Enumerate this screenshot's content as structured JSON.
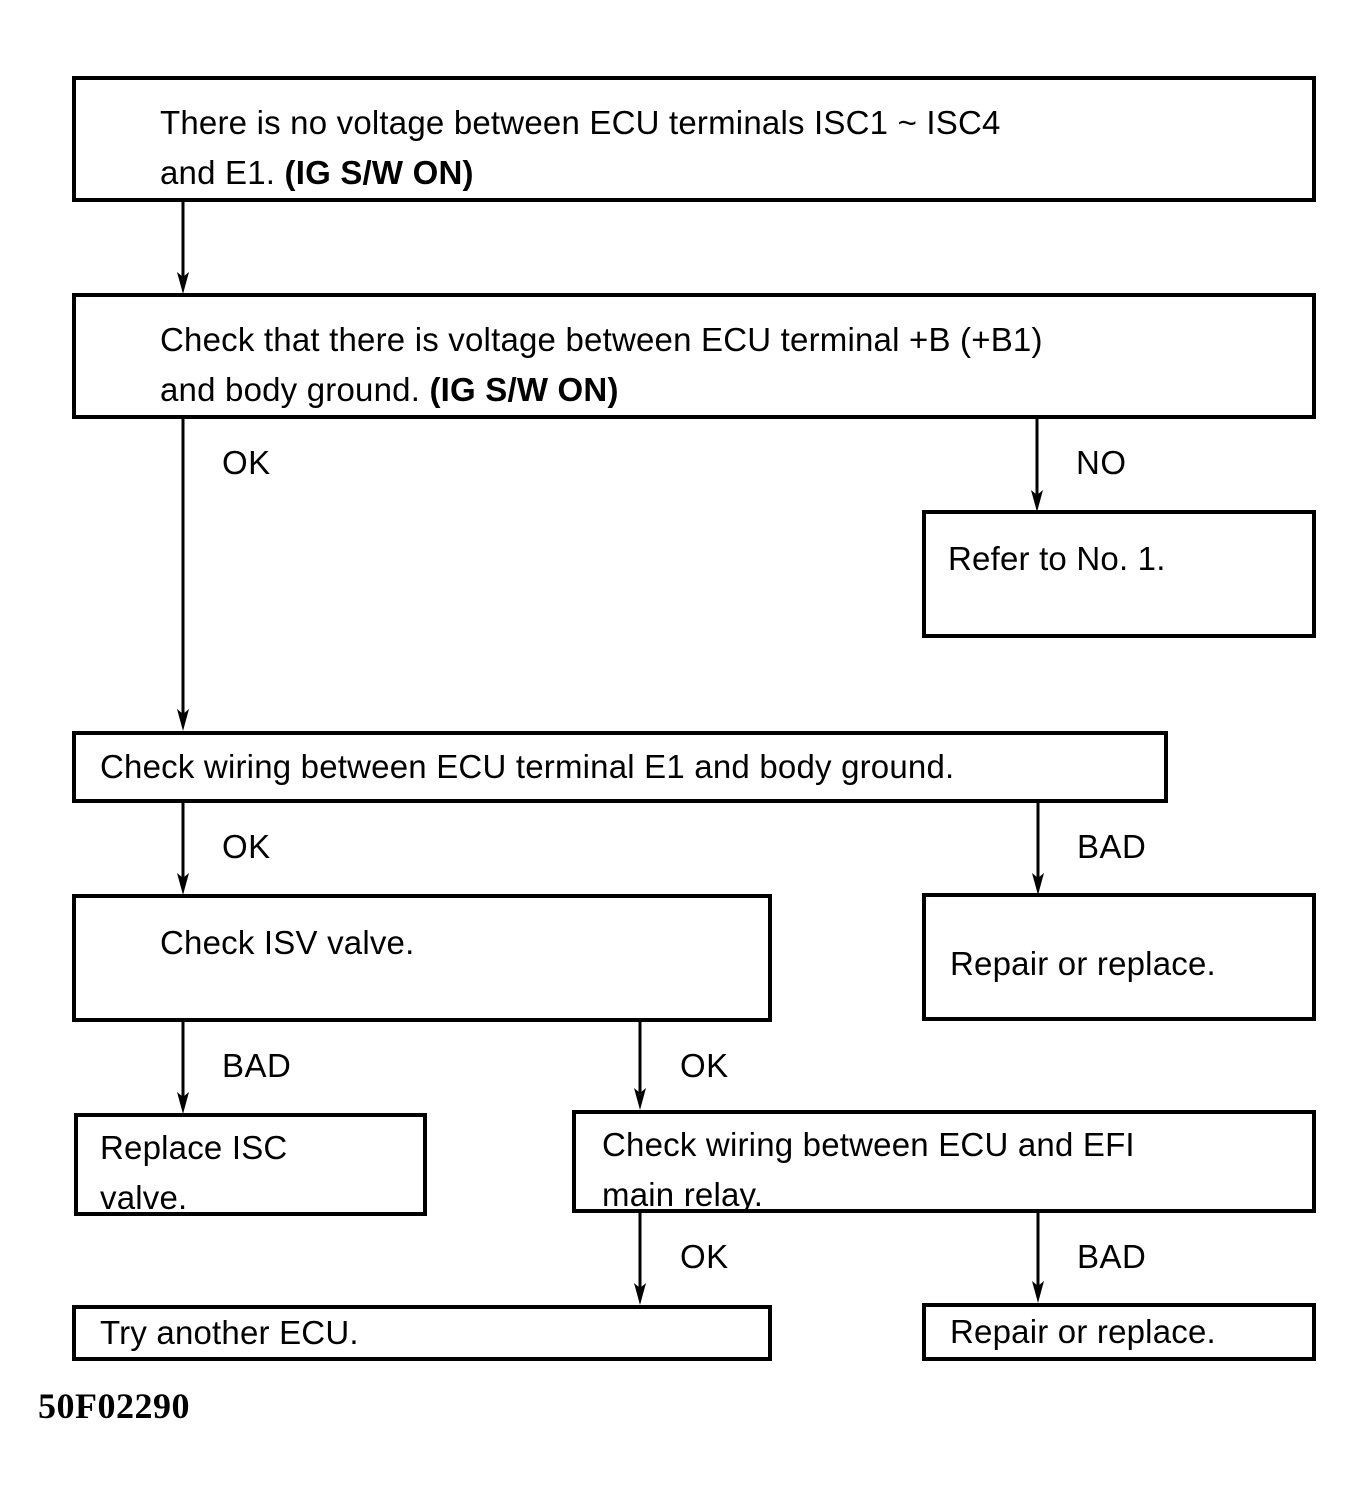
{
  "diagram": {
    "title_caption": "50F02290",
    "type": "troubleshooting-flowchart",
    "nodes": [
      {
        "id": "symptom",
        "text_plain": "There is no voltage between ECU terminals ISC1 ~ ISC4 and E1. (IG S/W ON)",
        "line1_normal": "There is no voltage between ECU terminals ISC1 ~ ISC4",
        "line2_normal": "and E1. ",
        "line2_bold": "(IG S/W ON)"
      },
      {
        "id": "check-b-voltage",
        "text_plain": "Check that there is voltage between ECU terminal +B (+B1) and body ground. (IG S/W ON)",
        "line1_normal": "Check that there is voltage between ECU terminal +B (+B1)",
        "line2_normal": "and body ground. ",
        "line2_bold": "(IG S/W ON)"
      },
      {
        "id": "refer-no-1",
        "text_plain": "Refer to No. 1."
      },
      {
        "id": "check-e1-wiring",
        "text_plain": "Check wiring between ECU terminal E1 and body ground."
      },
      {
        "id": "repair-or-replace-1",
        "text_plain": "Repair or replace."
      },
      {
        "id": "check-isv-valve",
        "text_plain": "Check ISV valve."
      },
      {
        "id": "replace-isc-valve",
        "text_plain": "Replace ISC valve.",
        "line1": "Replace ISC",
        "line2": "valve."
      },
      {
        "id": "check-efi-relay-wiring",
        "text_plain": "Check wiring between ECU and EFI main relay.",
        "line1": "Check wiring between ECU and EFI",
        "line2": "main relay."
      },
      {
        "id": "try-another-ecu",
        "text_plain": "Try another ECU."
      },
      {
        "id": "repair-or-replace-2",
        "text_plain": "Repair or replace."
      }
    ],
    "edge_labels": {
      "b_voltage_ok": "OK",
      "b_voltage_no": "NO",
      "e1_wiring_ok": "OK",
      "e1_wiring_bad": "BAD",
      "isv_bad": "BAD",
      "isv_ok": "OK",
      "relay_ok": "OK",
      "relay_bad": "BAD"
    },
    "colors": {
      "line": "#000000",
      "background": "#ffffff",
      "text": "#000000"
    }
  }
}
